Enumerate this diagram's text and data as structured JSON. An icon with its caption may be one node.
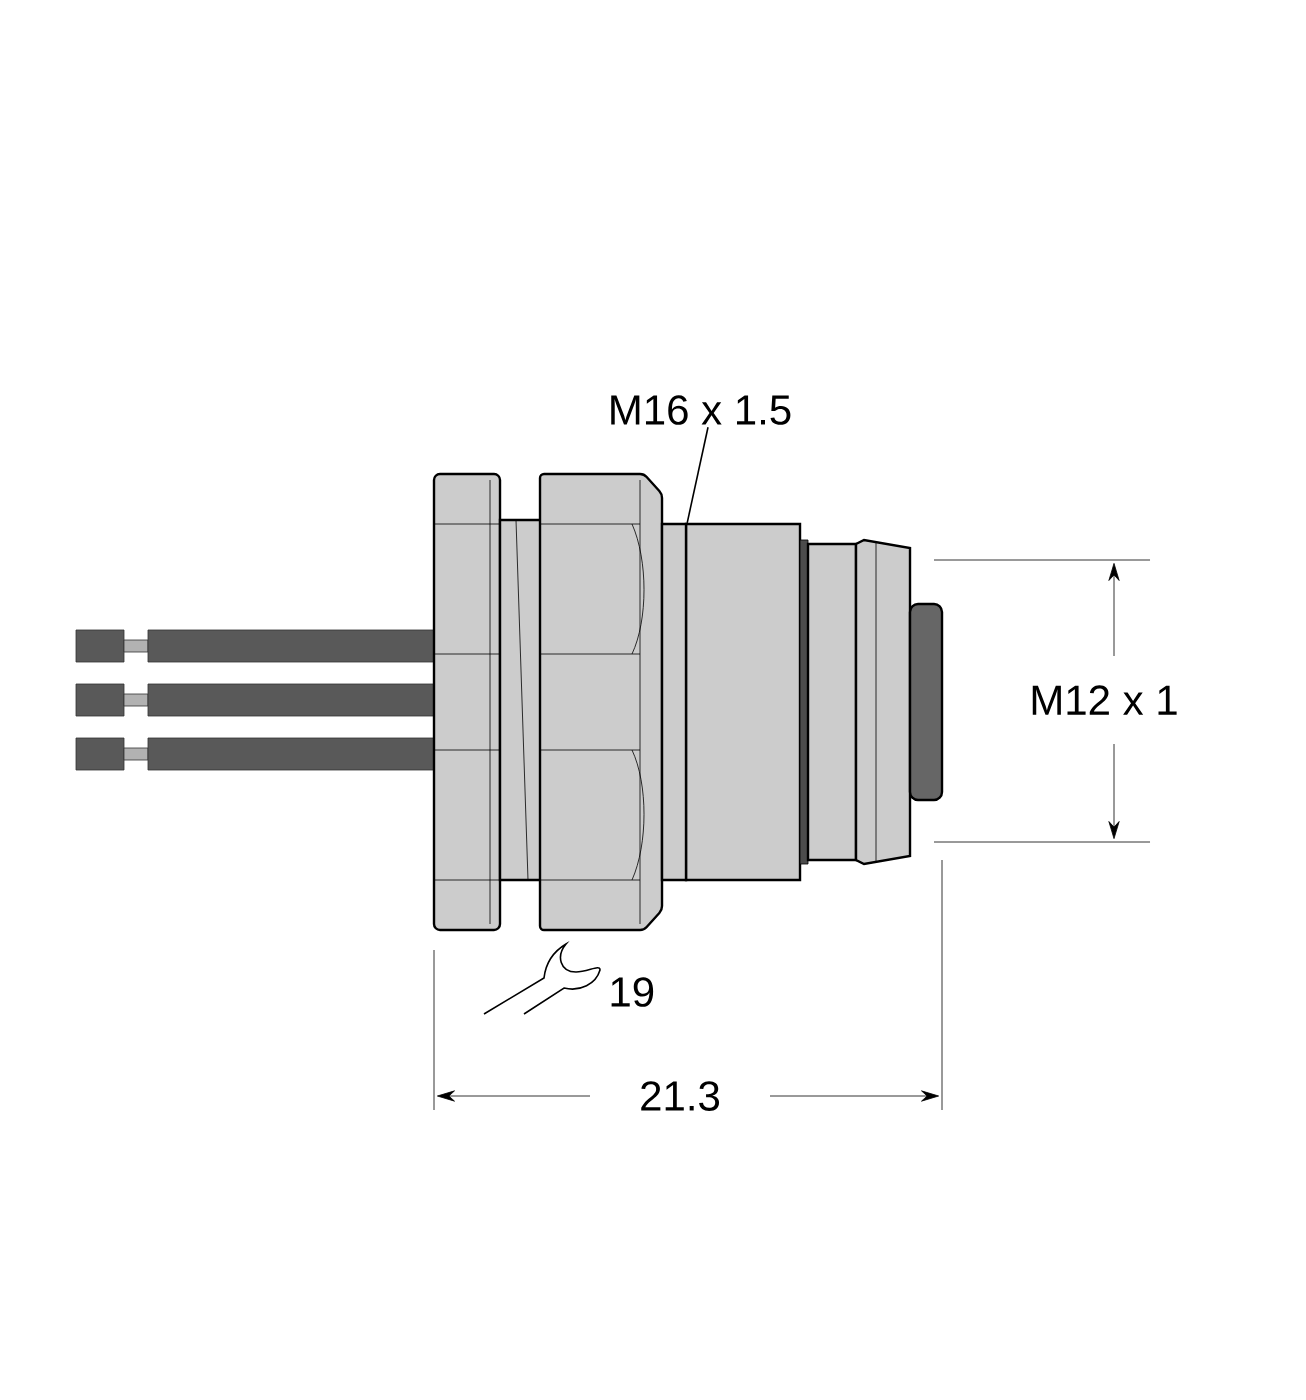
{
  "diagram": {
    "nodes": [
      {
        "text": [
          "M16 x 1.5"
        ]
      },
      {
        "text": [],
        "shape": "bar"
      }
    ],
    "edges": [
      {
        "from": 0,
        "to": 1,
        "arrow": "none"
      }
    ],
    "labels": [
      "M12 x 1",
      "19",
      "21.3"
    ]
  }
}
